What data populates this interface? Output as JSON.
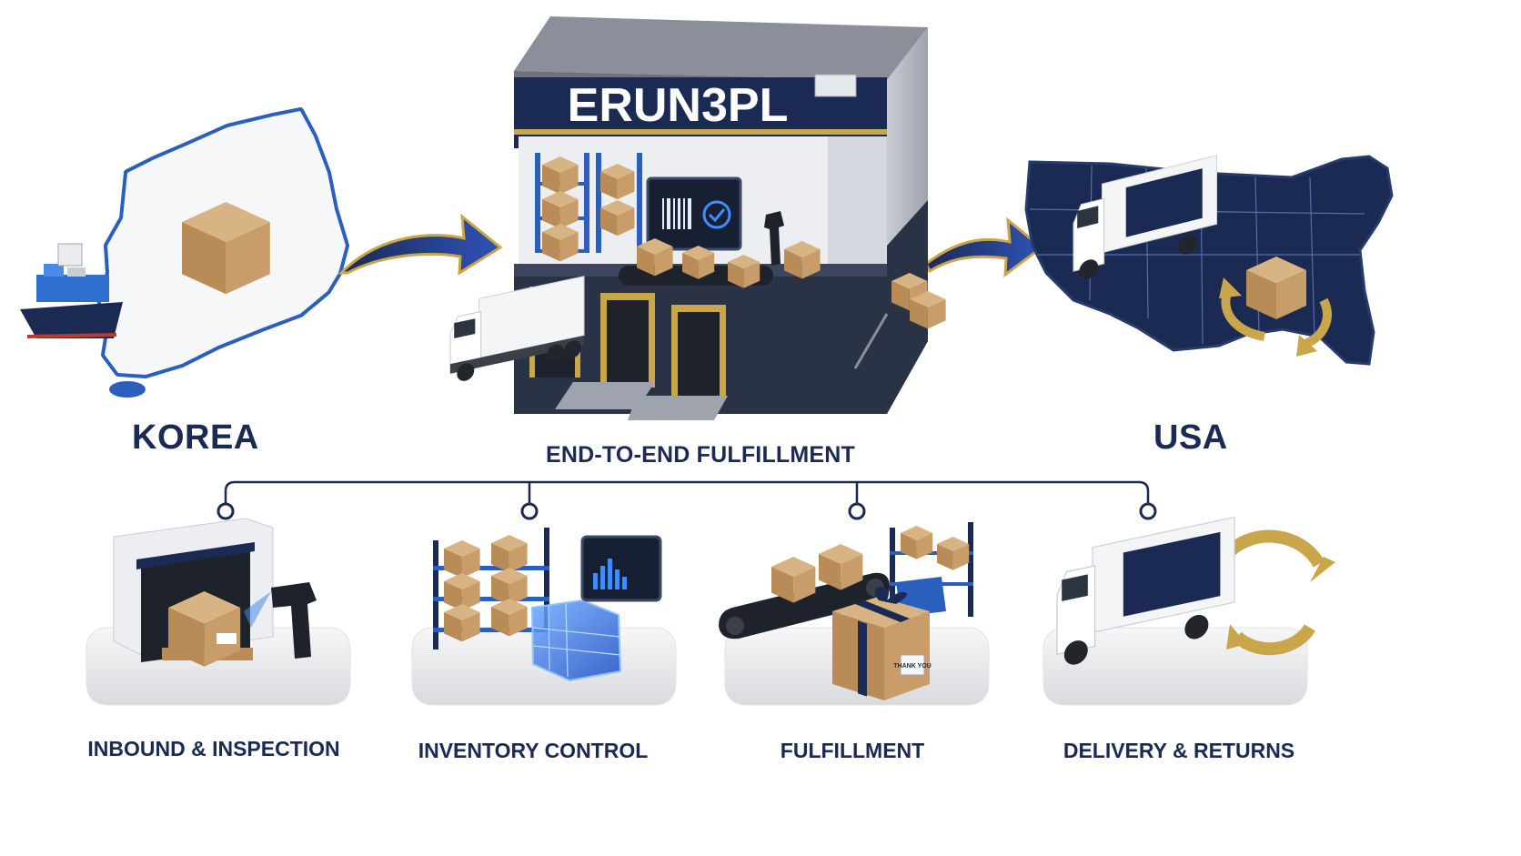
{
  "brand": {
    "name": "ERUN3PL",
    "navy": "#1b2a52",
    "gold": "#c9a64a",
    "blue": "#2f6fd0",
    "kraft": "#c9a274"
  },
  "regions": {
    "origin": "KOREA",
    "destination": "USA",
    "hub_caption": "END-TO-END FULFILLMENT"
  },
  "services": [
    {
      "label": "INBOUND & INSPECTION",
      "icon": "dock-scanner-icon"
    },
    {
      "label": "INVENTORY CONTROL",
      "icon": "shelving-cube-icon"
    },
    {
      "label": "FULFILLMENT",
      "icon": "conveyor-gift-icon"
    },
    {
      "label": "DELIVERY & RETURNS",
      "icon": "truck-return-icon"
    }
  ],
  "packaging": {
    "thank_you_tag": "THANK YOU"
  }
}
